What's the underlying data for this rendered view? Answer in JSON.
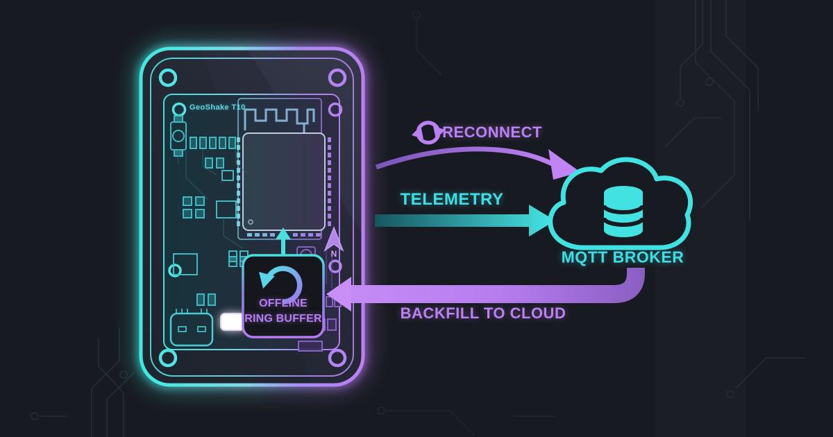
{
  "device": {
    "board_label": "GeoShake T10",
    "ring_buffer_line1": "OFFLINE",
    "ring_buffer_line2": "RING BUFFER",
    "compass_label": "N"
  },
  "flows": {
    "reconnect_label": "RECONNECT",
    "telemetry_label": "TELEMETRY",
    "backfill_label": "BACKFILL TO CLOUD"
  },
  "broker": {
    "label": "MQTT BROKER"
  },
  "colors": {
    "background": "#171a20",
    "cyan_accent": "#41e3e3",
    "purple_accent": "#bb80f2",
    "led_white": "#ffffff"
  },
  "icons": {
    "sync_icon": "two curved arrows forming a circle",
    "ring_buffer_icon": "counterclockwise circular arrow",
    "cloud_icon": "cloud outline",
    "database_icon": "stacked cylinder database",
    "north_arrow_icon": "compass north arrow",
    "usb_c_port_icon": "USB-C connector outline",
    "led_indicator": "glowing white LED",
    "antenna_trace_icon": "meander PCB antenna",
    "wifi_module_chip": "castellated wireless module"
  }
}
